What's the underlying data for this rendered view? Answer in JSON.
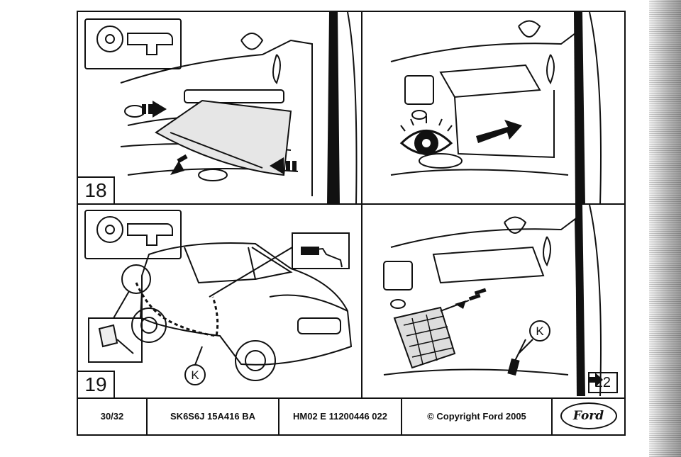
{
  "steps": {
    "first": "18",
    "second": "19",
    "next": "22"
  },
  "callouts": {
    "k_label": "K"
  },
  "footer": {
    "page": "30/32",
    "part_number": "SK6S6J 15A416 BA",
    "doc_code": "HM02 E 11200446 022",
    "copyright": "© Copyright Ford 2005",
    "logo_text": "Ford"
  },
  "icons": [
    "dashboard-location-icon",
    "eye-icon",
    "arrow-right-icon",
    "glovebox-illustration",
    "car-illustration",
    "module-illustration",
    "sensor-illustration"
  ]
}
